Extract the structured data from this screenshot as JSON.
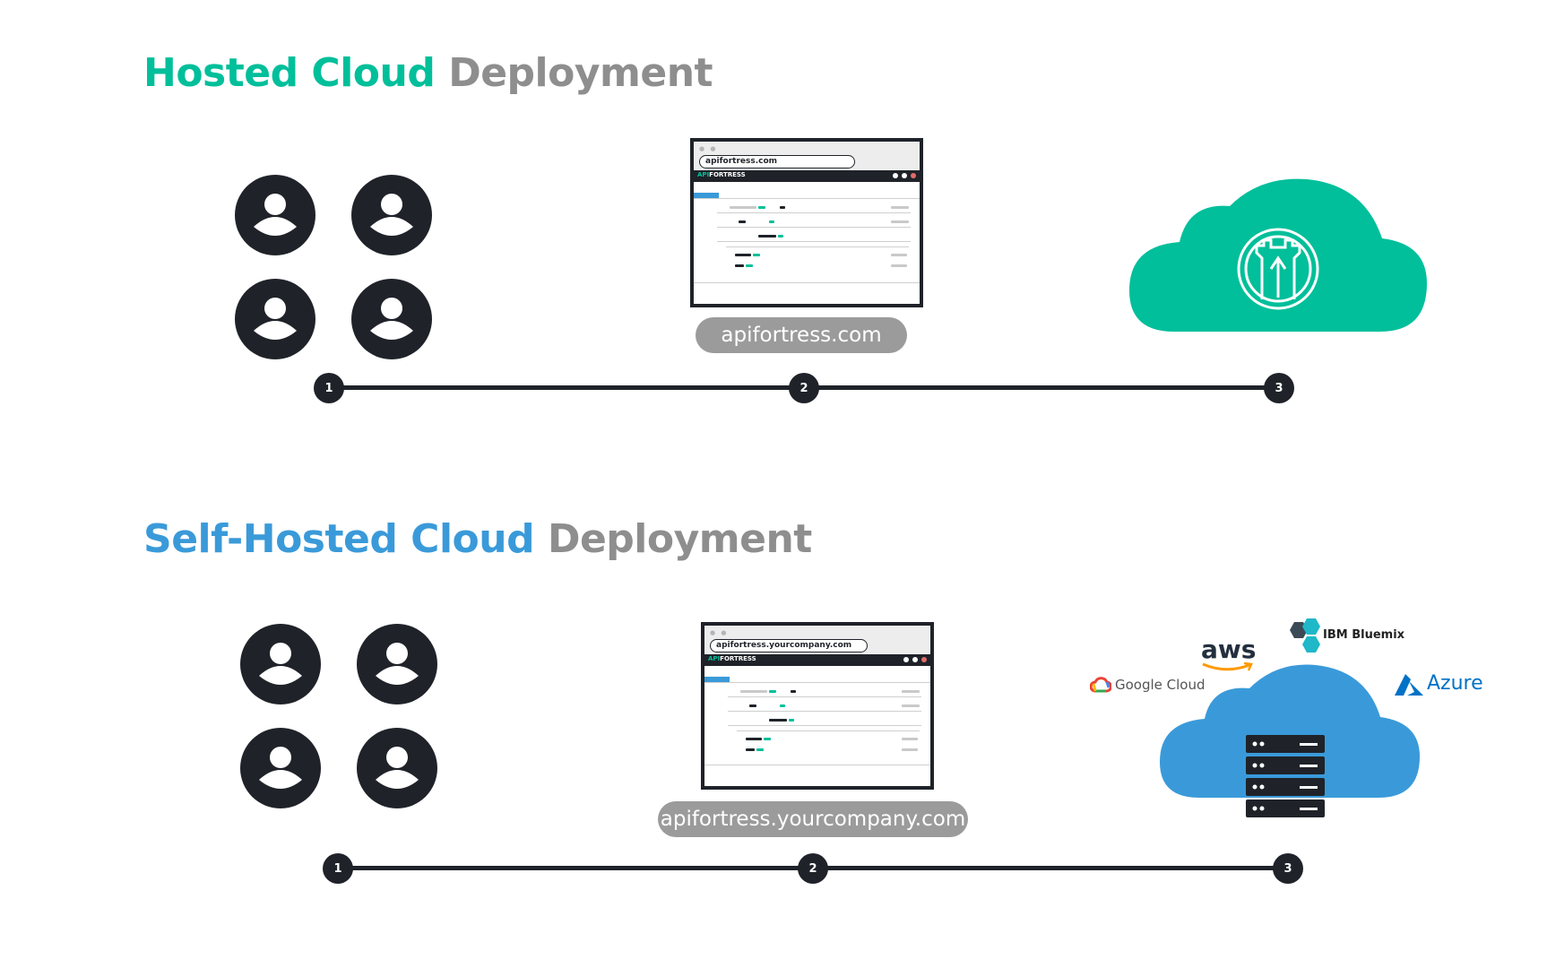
{
  "hosted": {
    "title_accent": "Hosted Cloud",
    "title_rest": "Deployment",
    "browser_url": "apifortress.com",
    "brand_accent": "API",
    "brand_rest": "FORTRESS",
    "pill_label": "apifortress.com",
    "steps": [
      "1",
      "2",
      "3"
    ],
    "cloud_color": "#00bf9a"
  },
  "self_hosted": {
    "title_accent": "Self-Hosted Cloud",
    "title_rest": "Deployment",
    "browser_url": "apifortress.yourcompany.com",
    "brand_accent": "API",
    "brand_rest": "FORTRESS",
    "pill_label": "apifortress.yourcompany.com",
    "steps": [
      "1",
      "2",
      "3"
    ],
    "cloud_color": "#3a9ad9",
    "providers": {
      "google": "Google Cloud",
      "aws": "aws",
      "ibm": "IBM Bluemix",
      "azure": "Azure"
    }
  },
  "colors": {
    "green": "#00bf9a",
    "blue": "#3a9ad9",
    "grey_text": "#8e8e8e",
    "dark": "#1f2329",
    "pill": "#9b9b9b"
  }
}
